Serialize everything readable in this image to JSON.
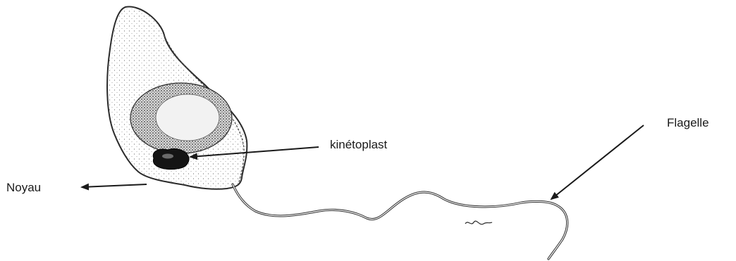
{
  "labels": {
    "flagelle": "Flagelle",
    "kinetoplast": "kinétoplast",
    "noyau": "Noyau"
  },
  "colors": {
    "ink": "#1a1a1a",
    "background": "#ffffff"
  }
}
